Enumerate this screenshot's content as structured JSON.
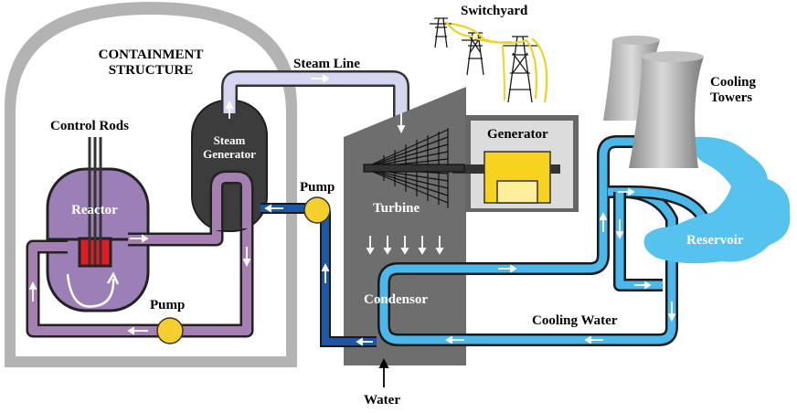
{
  "labels": {
    "containment_line1": "CONTAINMENT",
    "containment_line2": "STRUCTURE",
    "control_rods": "Control Rods",
    "reactor": "Reactor",
    "steam_generator_line1": "Steam",
    "steam_generator_line2": "Generator",
    "steam_line": "Steam Line",
    "pump_top": "Pump",
    "pump_bottom": "Pump",
    "turbine": "Turbine",
    "generator": "Generator",
    "switchyard": "Switchyard",
    "cooling_towers_line1": "Cooling",
    "cooling_towers_line2": "Towers",
    "reservoir": "Reservoir",
    "condensor": "Condensor",
    "cooling_water": "Cooling Water",
    "water": "Water"
  },
  "colors": {
    "containment_gray": "#b3b3b3",
    "primary_loop_purple": "#a67fb2",
    "reactor_purple": "#9c7fb6",
    "steam_generator_dark": "#3c3c3c",
    "steam_line_lavender": "#d6d6f0",
    "feedwater_blue": "#1e56a6",
    "cooling_water_blue": "#4ab8ea",
    "turbine_building_gray": "#6e6e6e",
    "generator_yellow": "#f7d21e",
    "pump_yellow": "#f5cf2e",
    "reservoir_blue": "#55c3ee",
    "fuel_red": "#e31b23"
  }
}
